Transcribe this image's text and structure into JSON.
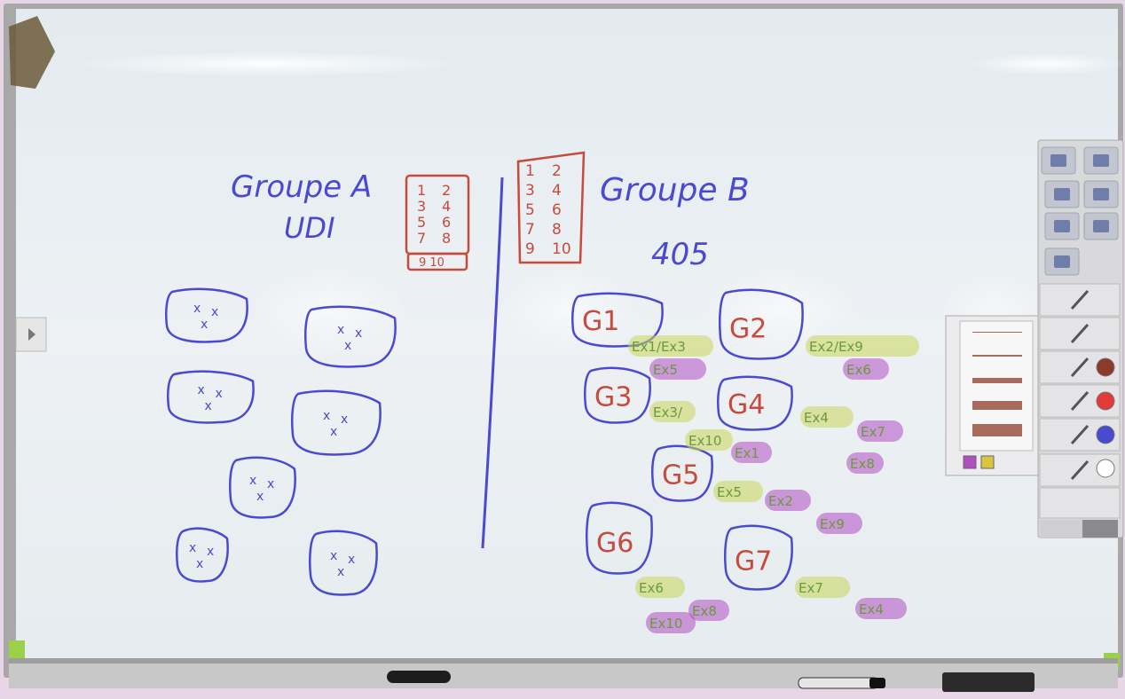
{
  "colors": {
    "marker_blue": "#4a49d2",
    "marker_red": "#c74a3d",
    "highlight_yellow": "#c9d65a",
    "highlight_purple": "#b04fc4",
    "ink_green": "#6a9a3a",
    "board_white": "#e9eef3",
    "frame_grey": "#9a9a9a"
  },
  "left": {
    "title_line1": "Groupe A",
    "title_line2": "UDI",
    "seat_grid": [
      "1",
      "2",
      "3",
      "4",
      "5",
      "6",
      "7",
      "8"
    ],
    "seat_grid_footer": "9 10"
  },
  "right": {
    "title_line1": "Groupe B",
    "title_line2": "405",
    "seat_grid": [
      "1",
      "2",
      "3",
      "4",
      "5",
      "6",
      "7",
      "8",
      "9",
      "10"
    ]
  },
  "groups": [
    {
      "label": "G1"
    },
    {
      "label": "G2"
    },
    {
      "label": "G3"
    },
    {
      "label": "G4"
    },
    {
      "label": "G5"
    },
    {
      "label": "G6"
    },
    {
      "label": "G7"
    }
  ],
  "tags": [
    {
      "text": "Ex1/Ex3",
      "style": "yellow"
    },
    {
      "text": "Ex5",
      "style": "purple"
    },
    {
      "text": "Ex2/Ex9",
      "style": "yellow"
    },
    {
      "text": "Ex6",
      "style": "purple"
    },
    {
      "text": "Ex3/",
      "style": "yellow"
    },
    {
      "text": "Ex10",
      "style": "yellow"
    },
    {
      "text": "Ex1",
      "style": "purple"
    },
    {
      "text": "Ex4",
      "style": "yellow"
    },
    {
      "text": "Ex7",
      "style": "purple"
    },
    {
      "text": "Ex8",
      "style": "purple"
    },
    {
      "text": "Ex5",
      "style": "yellow"
    },
    {
      "text": "Ex2",
      "style": "purple"
    },
    {
      "text": "Ex9",
      "style": "purple"
    },
    {
      "text": "Ex6",
      "style": "yellow"
    },
    {
      "text": "Ex8",
      "style": "purple"
    },
    {
      "text": "Ex10",
      "style": "purple"
    },
    {
      "text": "Ex7",
      "style": "yellow"
    },
    {
      "text": "Ex4",
      "style": "purple"
    }
  ],
  "toolbar": {
    "icons": [
      "camera-icon",
      "printer-icon",
      "undo-icon",
      "redo-icon",
      "keyboard-icon",
      "screen-icon",
      "add-page-icon",
      "pen-icon",
      "highlighter-icon",
      "pencil-brown-icon",
      "pencil-red-icon",
      "pencil-blue-icon",
      "eraser-icon",
      "clear-icon",
      "pin-icon",
      "expand-icon"
    ],
    "swatches": [
      "#8b3b2b",
      "#e03a3a",
      "#4a49d2",
      "#ffffff"
    ]
  },
  "palette": {
    "line_widths": [
      "thin",
      "medium",
      "thick",
      "thicker",
      "thickest"
    ],
    "colors": [
      "#b04fc4",
      "#d8c640"
    ]
  }
}
